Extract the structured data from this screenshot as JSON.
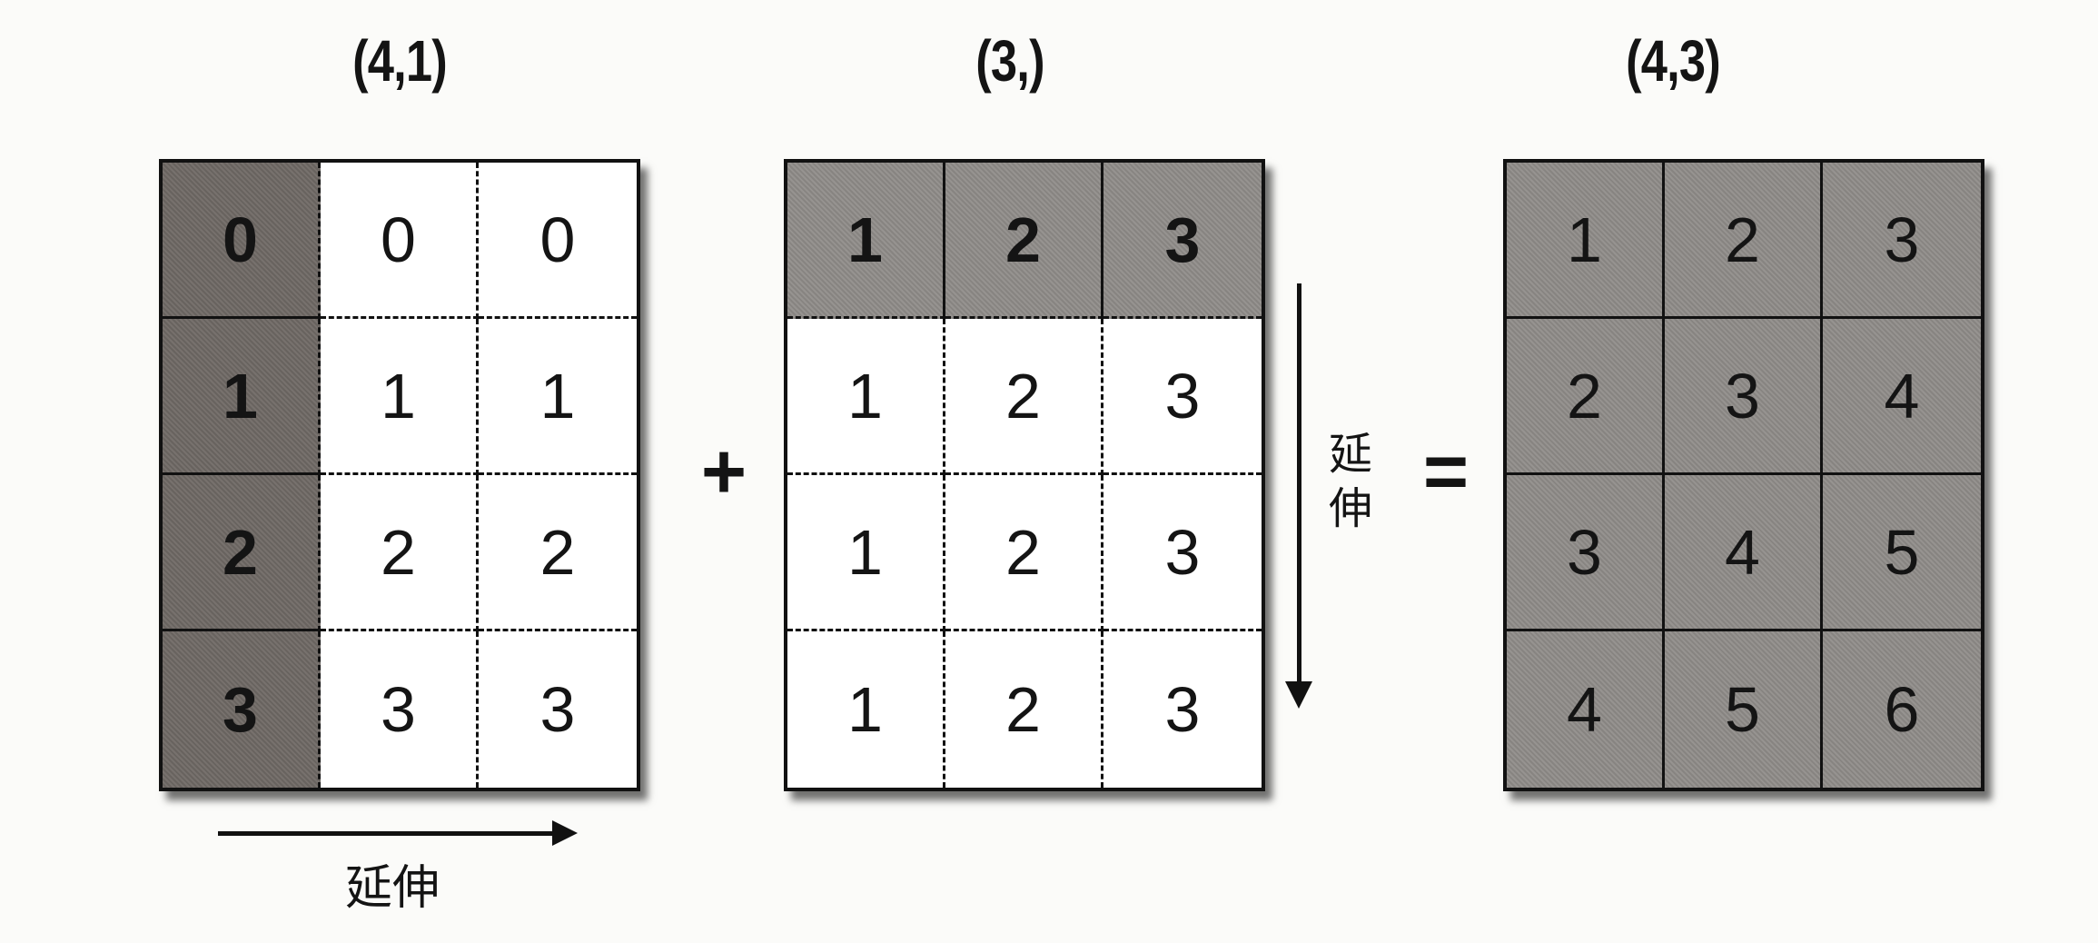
{
  "diagram": {
    "operator_plus": "+",
    "operator_equals": "=",
    "arrays": [
      {
        "shape_label": "(4,1)",
        "original_values": [
          0,
          1,
          2,
          3
        ],
        "broadcast_direction": "horizontal",
        "rows": [
          [
            "0",
            "0",
            "0"
          ],
          [
            "1",
            "1",
            "1"
          ],
          [
            "2",
            "2",
            "2"
          ],
          [
            "3",
            "3",
            "3"
          ]
        ]
      },
      {
        "shape_label": "(3,)",
        "original_values": [
          1,
          2,
          3
        ],
        "broadcast_direction": "vertical",
        "rows": [
          [
            "1",
            "2",
            "3"
          ],
          [
            "1",
            "2",
            "3"
          ],
          [
            "1",
            "2",
            "3"
          ],
          [
            "1",
            "2",
            "3"
          ]
        ]
      },
      {
        "shape_label": "(4,3)",
        "rows": [
          [
            "1",
            "2",
            "3"
          ],
          [
            "2",
            "3",
            "4"
          ],
          [
            "3",
            "4",
            "5"
          ],
          [
            "4",
            "5",
            "6"
          ]
        ]
      }
    ],
    "arrow_labels": {
      "horizontal": "延伸",
      "vertical_char1": "延",
      "vertical_char2": "伸"
    },
    "colors": {
      "original_dark": "#6e6864",
      "original_mid": "#8e8b88",
      "broadcast_fill": "#ffffff",
      "line": "#111111"
    }
  }
}
